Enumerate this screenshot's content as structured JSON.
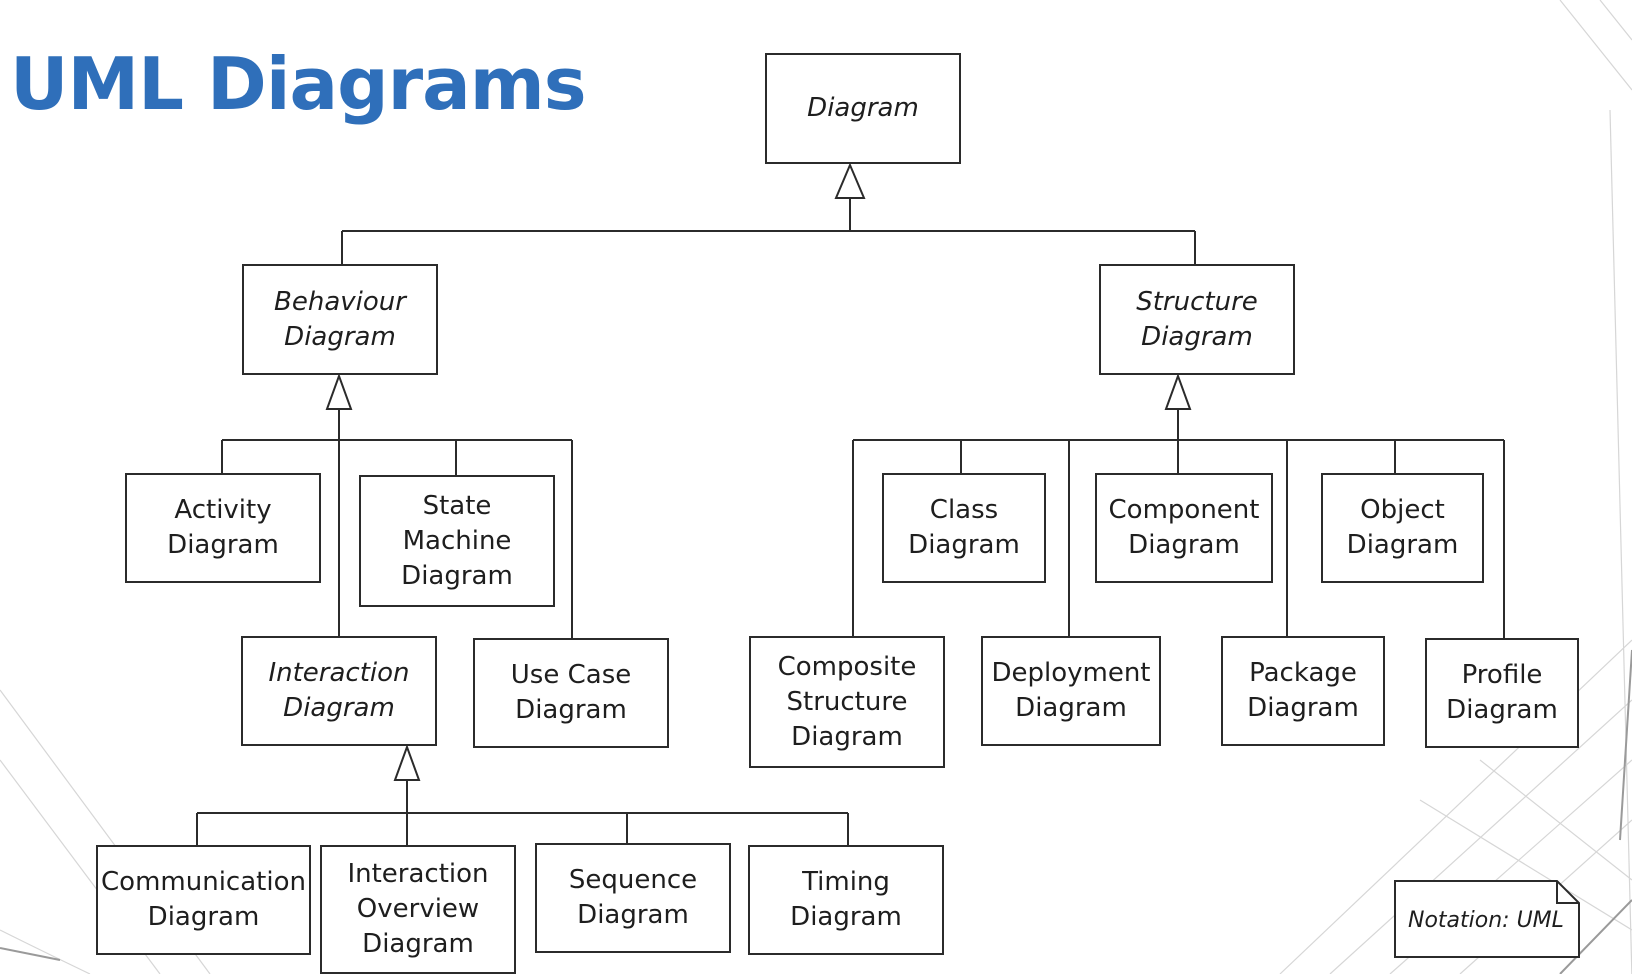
{
  "title": "UML Diagrams",
  "nodes": {
    "diagram": [
      "Diagram"
    ],
    "behaviour": [
      "Behaviour",
      "Diagram"
    ],
    "structure": [
      "Structure",
      "Diagram"
    ],
    "activity": [
      "Activity",
      "Diagram"
    ],
    "state_machine": [
      "State",
      "Machine",
      "Diagram"
    ],
    "interaction": [
      "Interaction",
      "Diagram"
    ],
    "use_case": [
      "Use Case",
      "Diagram"
    ],
    "communication": [
      "Communication",
      "Diagram"
    ],
    "interaction_overview": [
      "Interaction",
      "Overview",
      "Diagram"
    ],
    "sequence": [
      "Sequence",
      "Diagram"
    ],
    "timing": [
      "Timing",
      "Diagram"
    ],
    "class": [
      "Class",
      "Diagram"
    ],
    "component": [
      "Component",
      "Diagram"
    ],
    "object": [
      "Object",
      "Diagram"
    ],
    "composite_structure": [
      "Composite",
      "Structure",
      "Diagram"
    ],
    "deployment": [
      "Deployment",
      "Diagram"
    ],
    "package": [
      "Package",
      "Diagram"
    ],
    "profile": [
      "Profile",
      "Diagram"
    ]
  },
  "abstract_nodes": [
    "diagram",
    "behaviour",
    "structure",
    "interaction"
  ],
  "generalizations": [
    {
      "parent": "diagram",
      "children": [
        "behaviour",
        "structure"
      ]
    },
    {
      "parent": "behaviour",
      "children": [
        "activity",
        "state_machine",
        "interaction",
        "use_case"
      ]
    },
    {
      "parent": "structure",
      "children": [
        "class",
        "component",
        "object",
        "composite_structure",
        "deployment",
        "package",
        "profile"
      ]
    },
    {
      "parent": "interaction",
      "children": [
        "communication",
        "interaction_overview",
        "sequence",
        "timing"
      ]
    }
  ],
  "note": {
    "text": "Notation: UML"
  },
  "colors": {
    "title": "#2f6fba",
    "line": "#2b2b2b"
  }
}
